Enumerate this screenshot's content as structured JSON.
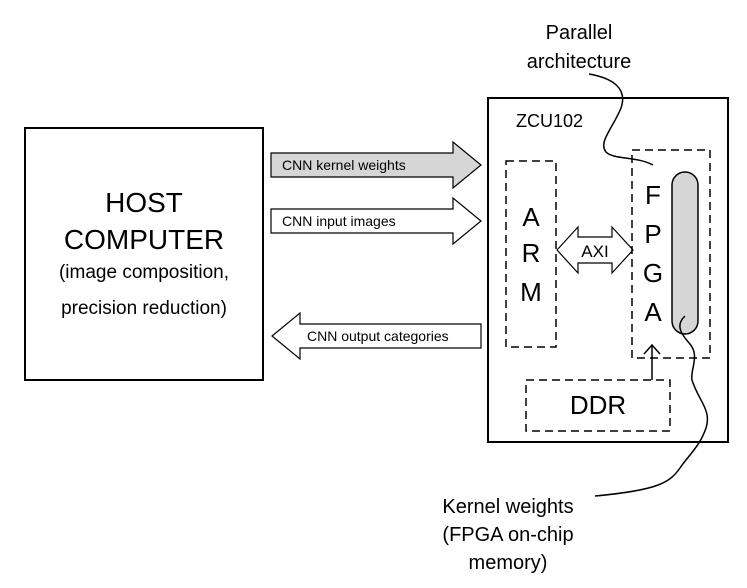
{
  "host": {
    "title_line1": "HOST",
    "title_line2": "COMPUTER",
    "sub_line1": "(image composition,",
    "sub_line2": "precision reduction)"
  },
  "arrows": {
    "kernel_weights": "CNN kernel weights",
    "input_images": "CNN input images",
    "output_categories": "CNN output categories"
  },
  "board": {
    "name": "ZCU102",
    "arm_letters": [
      "A",
      "R",
      "M"
    ],
    "axi": "AXI",
    "fpga_letters": [
      "F",
      "P",
      "G",
      "A"
    ],
    "ddr": "DDR"
  },
  "callouts": {
    "parallel_line1": "Parallel",
    "parallel_line2": "architecture",
    "kernel_line1": "Kernel weights",
    "kernel_line2": "(FPGA on-chip",
    "kernel_line3": "memory)"
  }
}
